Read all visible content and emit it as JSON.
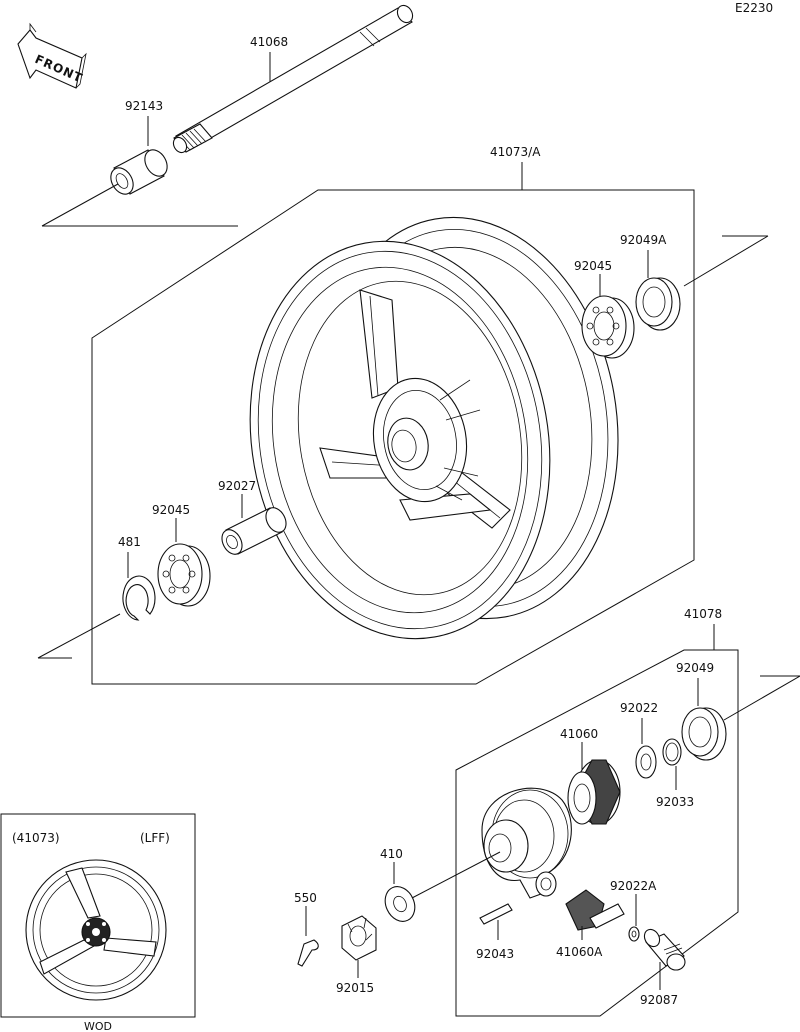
{
  "diagram_code": "E2230",
  "front_label": "FRONT",
  "parts": {
    "axle": "41068",
    "collar": "92143",
    "wheel_assembly": "41073/A",
    "oil_seal_right": "92049A",
    "bearing_right": "92045",
    "spacer": "92027",
    "bearing_left": "92045",
    "circlip": "481",
    "gear_housing_assembly": "41078",
    "oil_seal_gear": "92049",
    "washer_gear": "92022",
    "ring_gear": "92033",
    "drive_gear": "41060",
    "washer_axle": "410",
    "cotter_pin": "550",
    "nut": "92015",
    "pin": "92043",
    "pinion": "41060A",
    "washer_pinion": "92022A",
    "bushing": "92087"
  },
  "inset": {
    "part_ref": "(41073)",
    "variant": "(LFF)",
    "footer": "WOD"
  }
}
